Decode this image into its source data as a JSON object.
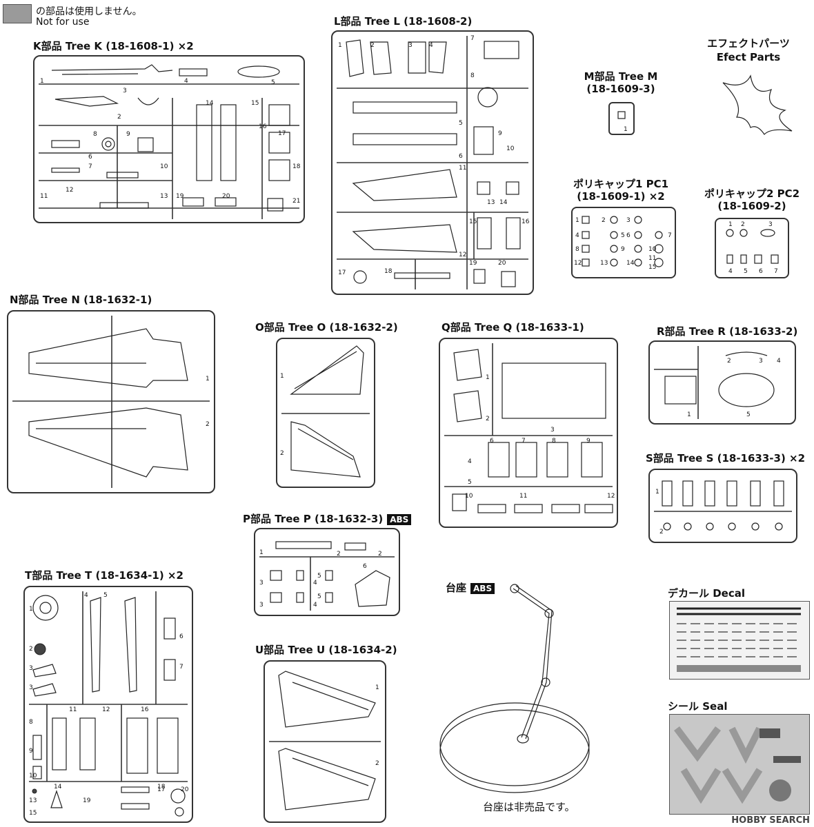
{
  "legend": {
    "line1": "の部品は使用しません。",
    "line2": "Not for use"
  },
  "trees": {
    "k": {
      "title": "K部品  Tree K (18-1608-1) ×2",
      "numbers": [
        "1",
        "2",
        "3",
        "4",
        "5",
        "6",
        "7",
        "8",
        "9",
        "10",
        "11",
        "12",
        "13",
        "14",
        "15",
        "16",
        "17",
        "18",
        "19",
        "20",
        "21"
      ]
    },
    "l": {
      "title": "L部品  Tree L (18-1608-2)",
      "numbers": [
        "1",
        "2",
        "3",
        "4",
        "5",
        "6",
        "7",
        "8",
        "9",
        "10",
        "11",
        "12",
        "13",
        "14",
        "15",
        "16",
        "17",
        "18",
        "19",
        "20"
      ]
    },
    "m": {
      "title1": "M部品  Tree M",
      "title2": "(18-1609-3)",
      "numbers": [
        "1"
      ]
    },
    "effect": {
      "title1": "エフェクトパーツ",
      "title2": "Efect Parts"
    },
    "pc1": {
      "title1": "ポリキャップ1 PC1",
      "title2": "(18-1609-1) ×2",
      "numbers": [
        "1",
        "2",
        "3",
        "4",
        "5",
        "6",
        "7",
        "8",
        "9",
        "10",
        "11",
        "12",
        "13",
        "14",
        "15"
      ]
    },
    "pc2": {
      "title1": "ポリキャップ2 PC2",
      "title2": "(18-1609-2)",
      "numbers": [
        "1",
        "2",
        "3",
        "4",
        "5",
        "6",
        "7"
      ]
    },
    "n": {
      "title": "N部品  Tree N (18-1632-1)",
      "numbers": [
        "1",
        "2"
      ]
    },
    "o": {
      "title": "O部品  Tree O (18-1632-2)",
      "numbers": [
        "1",
        "2"
      ]
    },
    "q": {
      "title": "Q部品  Tree Q (18-1633-1)",
      "numbers": [
        "1",
        "2",
        "3",
        "4",
        "5",
        "6",
        "7",
        "8",
        "9",
        "10",
        "11",
        "12"
      ]
    },
    "r": {
      "title": "R部品  Tree R (18-1633-2)",
      "numbers": [
        "1",
        "2",
        "3",
        "4",
        "5"
      ]
    },
    "s": {
      "title": "S部品  Tree S (18-1633-3) ×2",
      "numbers": [
        "1",
        "2"
      ]
    },
    "p": {
      "title": "P部品  Tree P (18-1632-3)",
      "badge": "ABS",
      "numbers": [
        "1",
        "2",
        "3",
        "4",
        "5",
        "6"
      ]
    },
    "t": {
      "title": "T部品  Tree T (18-1634-1) ×2",
      "numbers": [
        "1",
        "2",
        "3",
        "4",
        "5",
        "6",
        "7",
        "8",
        "9",
        "10",
        "11",
        "12",
        "13",
        "14",
        "15",
        "16",
        "17",
        "18",
        "19",
        "20"
      ]
    },
    "u": {
      "title": "U部品  Tree U (18-1634-2)",
      "numbers": [
        "1",
        "2"
      ]
    }
  },
  "stand": {
    "title": "台座",
    "badge": "ABS",
    "note": "台座は非売品です。"
  },
  "decal": {
    "title": "デカール  Decal"
  },
  "seal": {
    "title": "シール  Seal"
  },
  "watermark": "HOBBY SEARCH"
}
